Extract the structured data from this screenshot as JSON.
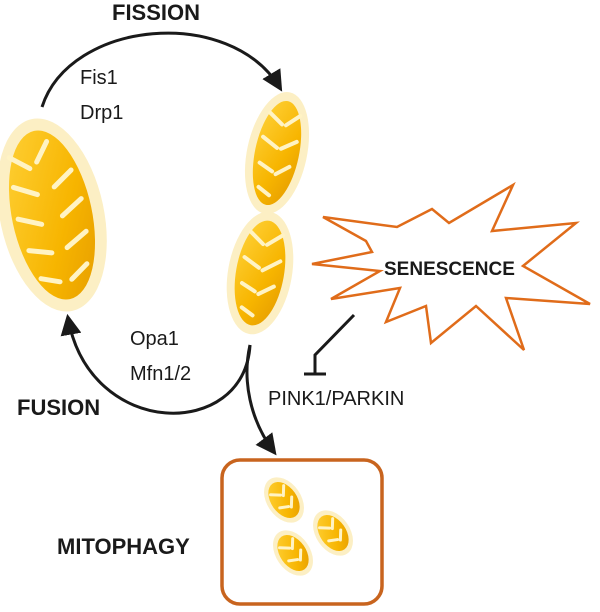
{
  "labels": {
    "fission": "FISSION",
    "fission_protein_1": "Fis1",
    "fission_protein_2": "Drp1",
    "fusion": "FUSION",
    "fusion_protein_1": "Opa1",
    "fusion_protein_2": "Mfn1/2",
    "inhibited_pathway": "PINK1/PARKIN",
    "senescence": "SENESCENCE",
    "mitophagy": "MITOPHAGY"
  },
  "colors": {
    "mitochondrion_fill": "#F7B500",
    "mitochondrion_halo": "#FCEFC4",
    "cristae": "#FFF3C4",
    "senescence_outline": "#E06C1A",
    "mitophagy_box_outline": "#C8641E",
    "arrow": "#1a1a1a"
  }
}
